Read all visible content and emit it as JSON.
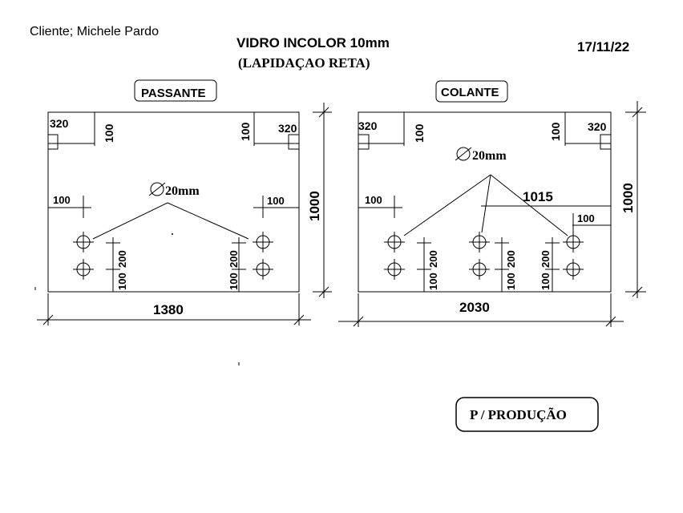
{
  "header": {
    "client": "Cliente; Michele Pardo",
    "title": "VIDRO INCOLOR 10mm",
    "subtitle": "(LAPIDAÇAO RETA)",
    "date": "17/11/22"
  },
  "panels": {
    "left": {
      "label": "PASSANTE",
      "width_dim": "1380",
      "height_dim": "1000",
      "diameter": "20mm",
      "corner_left": "320",
      "corner_left_v": "100",
      "corner_right": "320",
      "corner_right_v": "100",
      "edge_left": "100",
      "edge_right": "100",
      "spacing_left_200": "200",
      "spacing_left_100": "100",
      "spacing_right_200": "200",
      "spacing_right_100": "100"
    },
    "right": {
      "label": "COLANTE",
      "width_dim": "2030",
      "height_dim": "1000",
      "diameter": "20mm",
      "center_offset": "1015",
      "corner_left": "320",
      "corner_left_v": "100",
      "corner_right": "320",
      "corner_right_v": "100",
      "edge_left": "100",
      "edge_right": "100",
      "spacing_left_200": "200",
      "spacing_left_100": "100",
      "spacing_mid_200": "200",
      "spacing_mid_100": "100",
      "spacing_right_200": "200",
      "spacing_right_100": "100"
    }
  },
  "footer": {
    "stamp": "P / PRODUÇÃO"
  }
}
